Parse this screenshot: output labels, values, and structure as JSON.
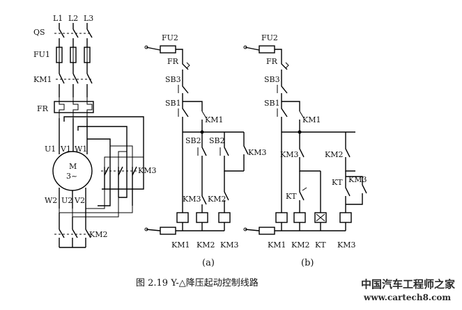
{
  "main_circuit": {
    "phases": [
      "L1",
      "L2",
      "L3"
    ],
    "switch": "QS",
    "fuse": "FU1",
    "main_contactor": "KM1",
    "thermal_relay": "FR",
    "motor_terminals_top": [
      "U1",
      "V1",
      "W1"
    ],
    "motor_terminals_bottom": [
      "W2",
      "U2",
      "V2"
    ],
    "motor_label": "M",
    "motor_sub": "3~",
    "delta_contactor": "KM3",
    "star_contactor": "KM2"
  },
  "circuit_a": {
    "caption": "(a)",
    "fuse": "FU2",
    "overload": "FR",
    "stop_button": "SB3",
    "start_button": "SB1",
    "hold_contact": "KM1",
    "button_2a": "SB2",
    "button_2b": "SB2",
    "km3_aux": "KM3",
    "interlock_km3": "KM3",
    "interlock_km2": "KM2",
    "coils": [
      "KM1",
      "KM2",
      "KM3"
    ]
  },
  "circuit_b": {
    "caption": "(b)",
    "fuse": "FU2",
    "overload": "FR",
    "stop_button": "SB3",
    "start_button": "SB1",
    "hold_contact": "KM1",
    "interlock_km3": "KM3",
    "km2_aux": "KM2",
    "timer_nc": "KT",
    "timer_no": "KT",
    "km3_hold": "KM3",
    "coils": [
      "KM1",
      "KM2",
      "KT",
      "KM3"
    ]
  },
  "figure_caption": "图 2.19   Y-△降压起动控制线路",
  "watermark": {
    "title": "中国汽车工程师之家",
    "url": "www.cartech8.com"
  }
}
